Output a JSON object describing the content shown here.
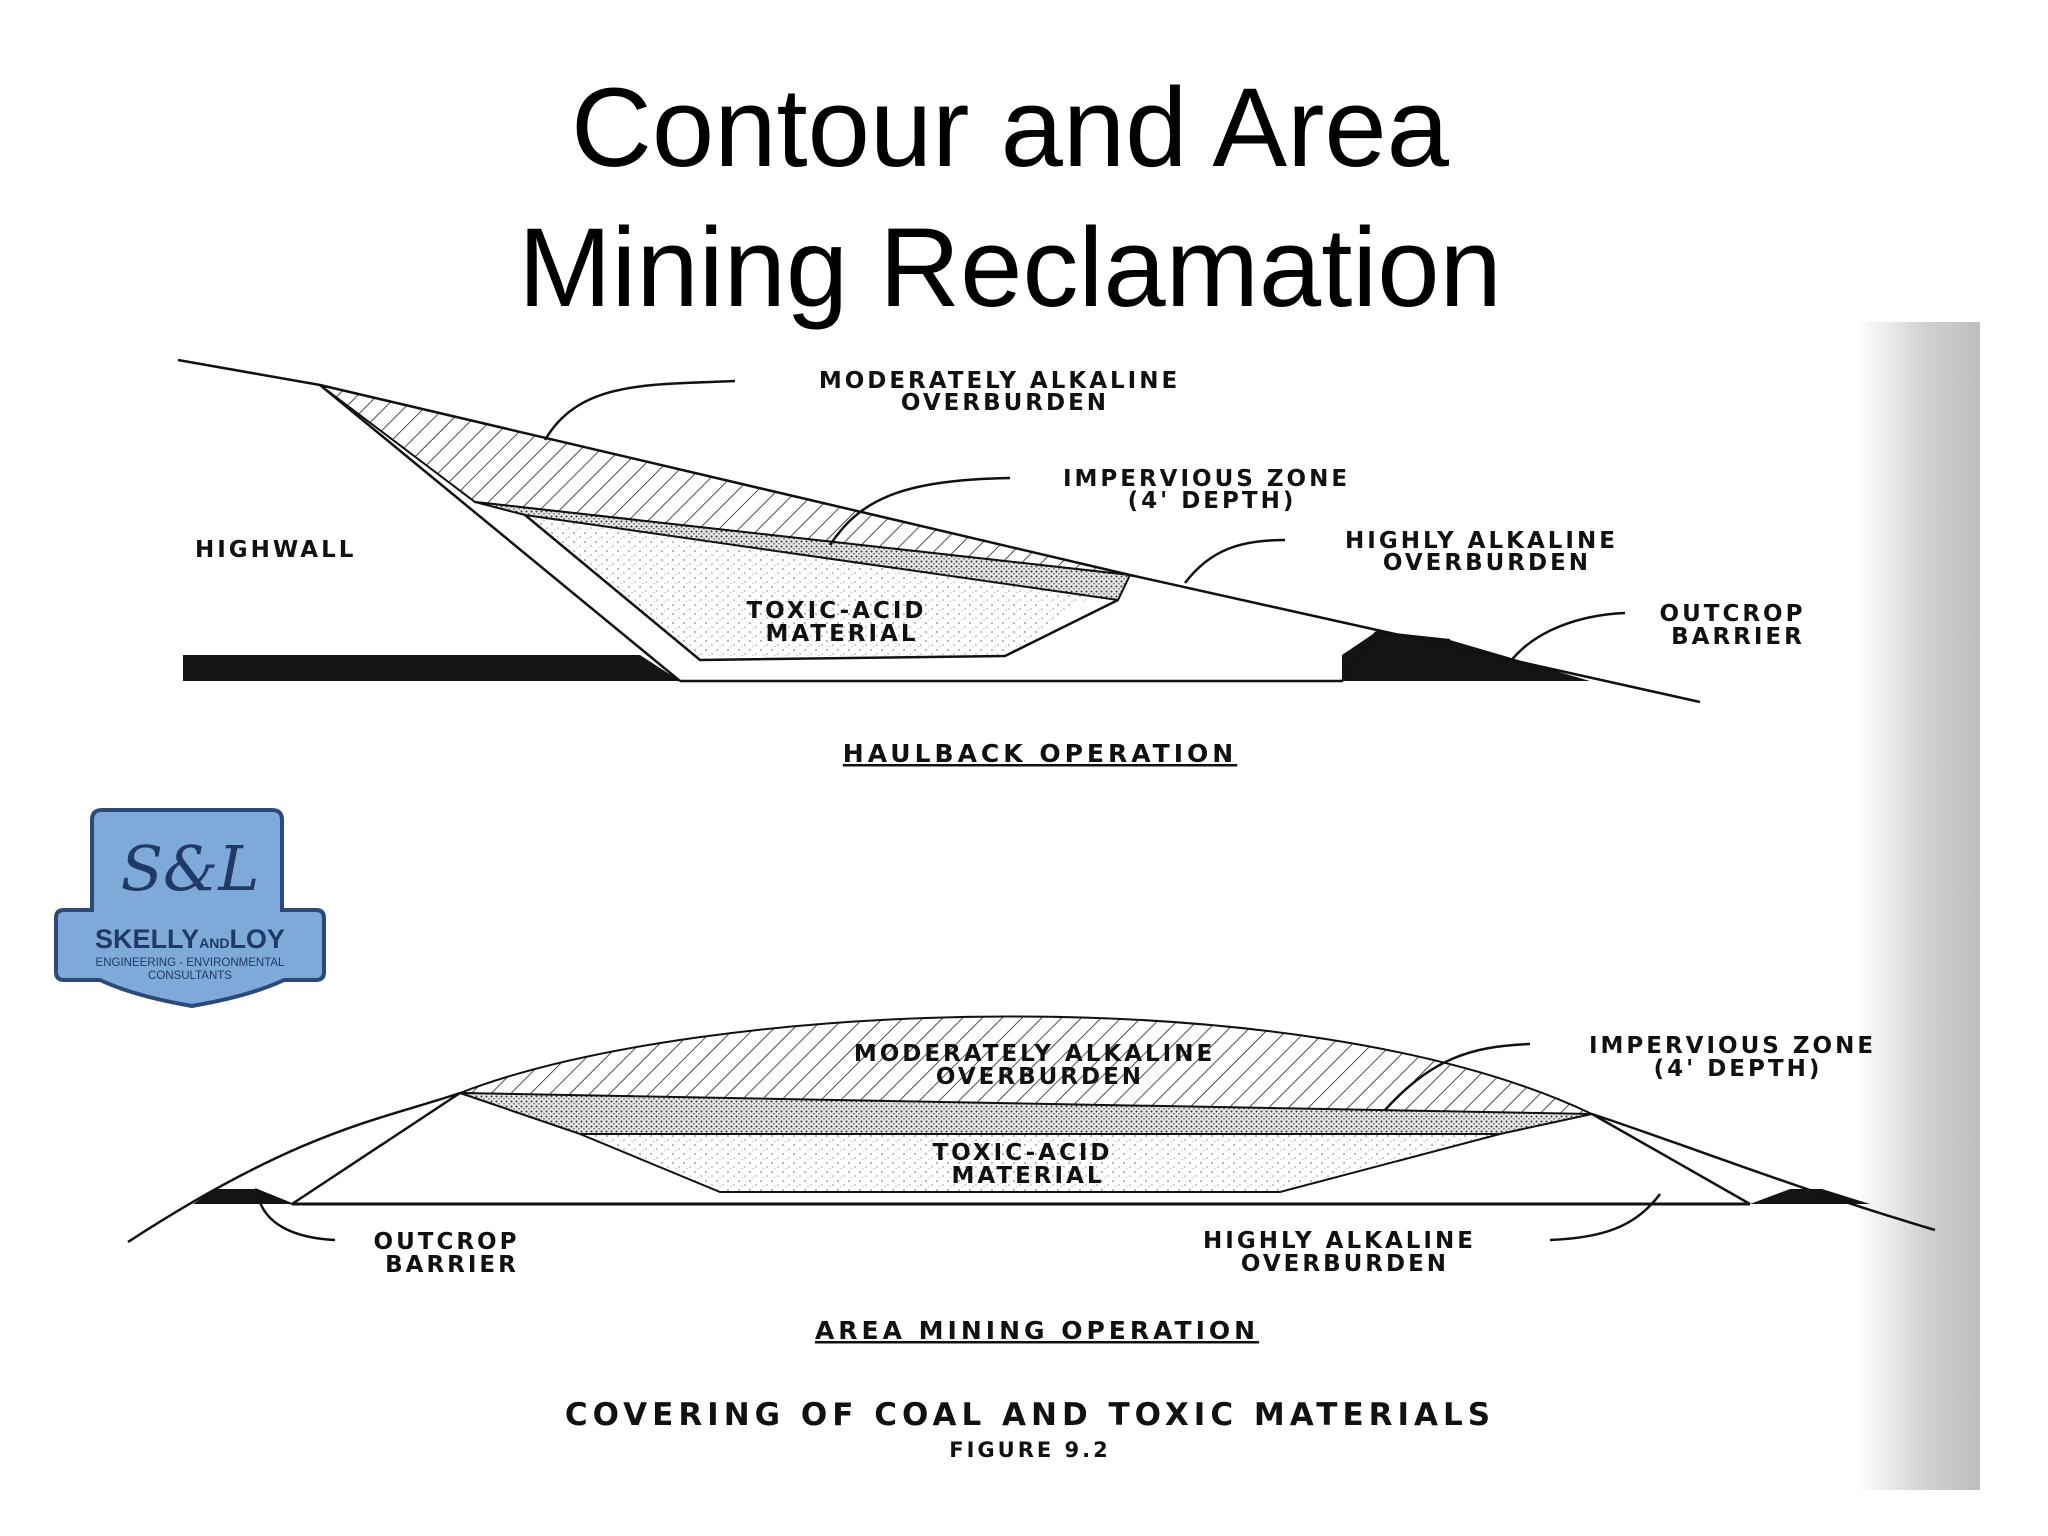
{
  "slide": {
    "title_line1": "Contour and Area",
    "title_line2": "Mining  Reclamation"
  },
  "haulback": {
    "moderately_alkaline": [
      "MODERATELY ALKALINE",
      "OVERBURDEN"
    ],
    "impervious_zone": [
      "IMPERVIOUS ZONE",
      "(4' DEPTH)"
    ],
    "highwall": "HIGHWALL",
    "highly_alkaline": [
      "HIGHLY ALKALINE",
      "OVERBURDEN"
    ],
    "toxic_acid": [
      "TOXIC-ACID",
      "MATERIAL"
    ],
    "outcrop_barrier": [
      "OUTCROP",
      "BARRIER"
    ],
    "caption": "HAULBACK OPERATION"
  },
  "area_mining": {
    "moderately_alkaline": [
      "MODERATELY ALKALINE",
      "OVERBURDEN"
    ],
    "impervious_zone": [
      "IMPERVIOUS ZONE",
      "(4' DEPTH)"
    ],
    "toxic_acid": [
      "TOXIC-ACID",
      "MATERIAL"
    ],
    "outcrop_barrier": [
      "OUTCROP",
      "BARRIER"
    ],
    "highly_alkaline": [
      "HIGHLY ALKALINE",
      "OVERBURDEN"
    ],
    "caption": "AREA MINING OPERATION"
  },
  "figure": {
    "title": "COVERING OF COAL AND TOXIC MATERIALS",
    "number": "FIGURE 9.2"
  },
  "logo": {
    "monogram": "S&L",
    "name_part1": "SKELLY",
    "name_and": "AND",
    "name_part2": "LOY",
    "tagline1": "ENGINEERING - ENVIRONMENTAL",
    "tagline2": "CONSULTANTS",
    "colors": {
      "fill": "#7fa9d8",
      "border": "#2b4a7a",
      "text": "#1f3a66"
    }
  }
}
